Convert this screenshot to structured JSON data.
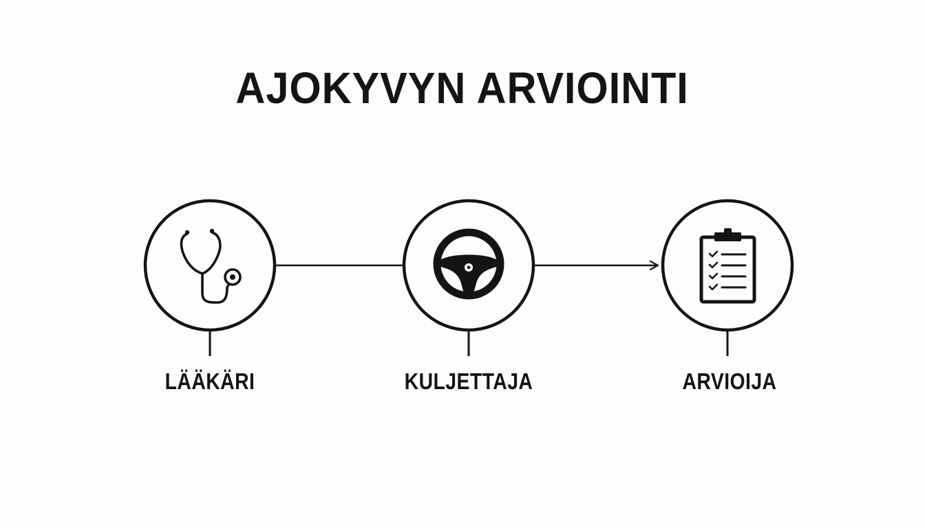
{
  "title": "AJOKYVYN ARVIOINTI",
  "nodes": [
    {
      "label": "LÄÄKÄRI",
      "icon": "stethoscope-icon"
    },
    {
      "label": "KULJETTAJA",
      "icon": "steering-wheel-icon"
    },
    {
      "label": "ARVIOIJA",
      "icon": "clipboard-checklist-icon"
    }
  ],
  "colors": {
    "ink": "#141414",
    "background": "#fdfdfd"
  }
}
